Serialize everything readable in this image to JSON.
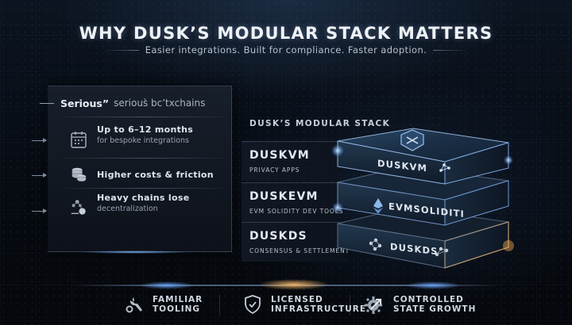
{
  "header": {
    "title": "WHY DUSK’S MODULAR STACK MATTERS",
    "subtitle": "Easier integrations. Built for compliance. Faster adoption."
  },
  "problems_panel": {
    "heading_primary": "Serious”",
    "heading_secondary": "serious̀ bc’txchains",
    "items": [
      {
        "icon": "calendar-icon",
        "title": "Up to 6–12 months",
        "subtitle": "for bespoke integrations"
      },
      {
        "icon": "coins-icon",
        "title": "Higher costs & friction",
        "subtitle": ""
      },
      {
        "icon": "network-nodes-icon",
        "title": "Heavy chains lose",
        "subtitle": "decentralization"
      }
    ]
  },
  "stack": {
    "heading": "DUSK’S MODULAR STACK",
    "layers": [
      {
        "name": "DUSKVM",
        "description": "PRIVACY APPS",
        "block_label": "DUSKVM",
        "icon": "graph-nodes-icon",
        "top_icon": "shield-badge-icon"
      },
      {
        "name": "DUSKEVM",
        "description": "EVM SOLIDITY DEV TOOLS",
        "block_label": "EVMSOLIDITI",
        "icon": "ethereum-icon"
      },
      {
        "name": "DUSKDS",
        "description": "CONSENSUS & SETTLEMENT",
        "block_label": "DUSKDS",
        "icon": "network-nodes-icon"
      }
    ],
    "accent_blue": "#4f9cff",
    "accent_gold": "#f0a850"
  },
  "features": [
    {
      "icon": "wrench-icon",
      "line1": "FAMILIAR",
      "line2": "TOOLING"
    },
    {
      "icon": "shield-check-icon",
      "line1": "LICENSED",
      "line2": "INFRASTRUCTURE"
    },
    {
      "icon": "gear-growth-icon",
      "line1": "CONTROLLED",
      "line2": "STATE GROWTH"
    }
  ]
}
